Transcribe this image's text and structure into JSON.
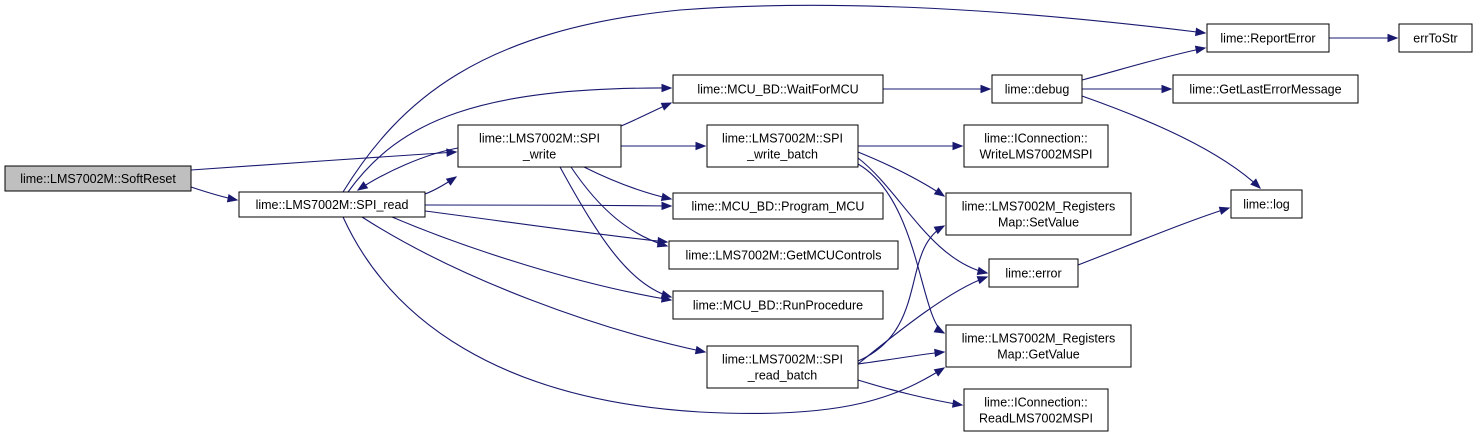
{
  "nodes": {
    "softreset": {
      "lines": [
        "lime::LMS7002M::SoftReset"
      ],
      "root": true
    },
    "spi_read": {
      "lines": [
        "lime::LMS7002M::SPI_read"
      ]
    },
    "spi_write": {
      "lines": [
        "lime::LMS7002M::SPI",
        "_write"
      ]
    },
    "waitformcu": {
      "lines": [
        "lime::MCU_BD::WaitForMCU"
      ]
    },
    "spi_write_batch": {
      "lines": [
        "lime::LMS7002M::SPI",
        "_write_batch"
      ]
    },
    "program_mcu": {
      "lines": [
        "lime::MCU_BD::Program_MCU"
      ]
    },
    "getmcucontrols": {
      "lines": [
        "lime::LMS7002M::GetMCUControls"
      ]
    },
    "runprocedure": {
      "lines": [
        "lime::MCU_BD::RunProcedure"
      ]
    },
    "spi_read_batch": {
      "lines": [
        "lime::LMS7002M::SPI",
        "_read_batch"
      ]
    },
    "reporterror": {
      "lines": [
        "lime::ReportError"
      ]
    },
    "errtostr": {
      "lines": [
        "errToStr"
      ]
    },
    "debug": {
      "lines": [
        "lime::debug"
      ]
    },
    "getlasterror": {
      "lines": [
        "lime::GetLastErrorMessage"
      ]
    },
    "writelms": {
      "lines": [
        "lime::IConnection::",
        "WriteLMS7002MSPI"
      ]
    },
    "setvalue": {
      "lines": [
        "lime::LMS7002M_Registers",
        "Map::SetValue"
      ]
    },
    "log": {
      "lines": [
        "lime::log"
      ]
    },
    "error": {
      "lines": [
        "lime::error"
      ]
    },
    "getvalue": {
      "lines": [
        "lime::LMS7002M_Registers",
        "Map::GetValue"
      ]
    },
    "readlms": {
      "lines": [
        "lime::IConnection::",
        "ReadLMS7002MSPI"
      ]
    }
  },
  "edges": [
    [
      "softreset",
      "spi_read"
    ],
    [
      "softreset",
      "spi_write"
    ],
    [
      "spi_read",
      "spi_write"
    ],
    [
      "spi_write",
      "spi_read"
    ],
    [
      "spi_read",
      "reporterror"
    ],
    [
      "spi_read",
      "waitformcu"
    ],
    [
      "spi_read",
      "program_mcu"
    ],
    [
      "spi_read",
      "getmcucontrols"
    ],
    [
      "spi_read",
      "runprocedure"
    ],
    [
      "spi_read",
      "spi_read_batch"
    ],
    [
      "spi_read",
      "getvalue"
    ],
    [
      "spi_write",
      "waitformcu"
    ],
    [
      "spi_write",
      "spi_write_batch"
    ],
    [
      "spi_write",
      "program_mcu"
    ],
    [
      "spi_write",
      "getmcucontrols"
    ],
    [
      "spi_write",
      "runprocedure"
    ],
    [
      "waitformcu",
      "debug"
    ],
    [
      "debug",
      "reporterror"
    ],
    [
      "debug",
      "getlasterror"
    ],
    [
      "debug",
      "log"
    ],
    [
      "reporterror",
      "errtostr"
    ],
    [
      "spi_write_batch",
      "writelms"
    ],
    [
      "spi_write_batch",
      "setvalue"
    ],
    [
      "spi_write_batch",
      "error"
    ],
    [
      "spi_write_batch",
      "getvalue"
    ],
    [
      "spi_read_batch",
      "setvalue"
    ],
    [
      "spi_read_batch",
      "error"
    ],
    [
      "spi_read_batch",
      "getvalue"
    ],
    [
      "spi_read_batch",
      "readlms"
    ],
    [
      "error",
      "log"
    ]
  ]
}
